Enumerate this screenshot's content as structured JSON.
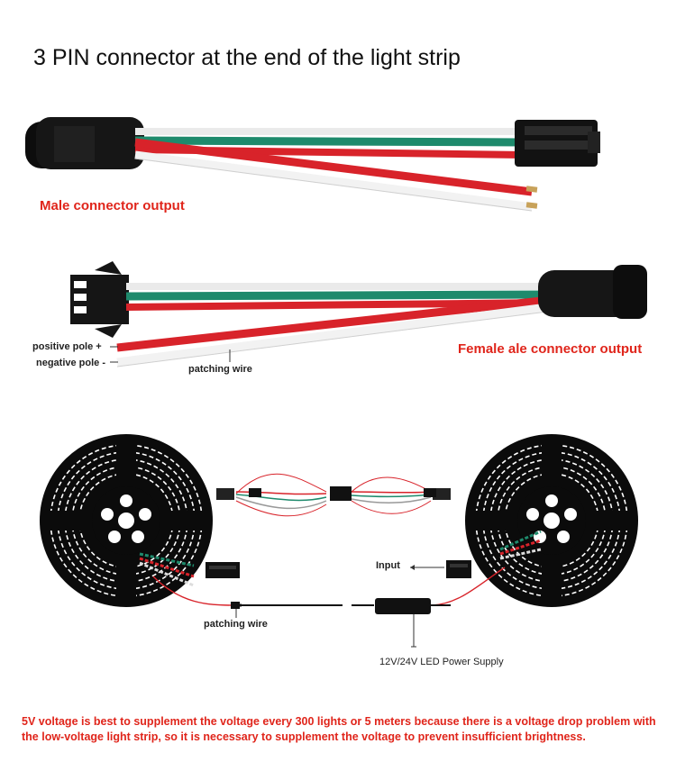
{
  "title": "3 PIN connector at the end of the light strip",
  "section1": {
    "label": "Male connector output"
  },
  "section2": {
    "label": "Female ale connector output",
    "positive_pole": "positive pole +",
    "negative_pole": "negative pole -",
    "patching_wire": "patching wire"
  },
  "section3": {
    "input_label": "Input",
    "patching_wire": "patching wire",
    "power_supply": "12V/24V LED Power Supply"
  },
  "note": "5V voltage is best to supplement the voltage every 300 lights or 5 meters because there is a voltage drop problem with the low-voltage light strip, so it is necessary to supplement the voltage to prevent insufficient brightness.",
  "colors": {
    "accent_red": "#e0251b",
    "wire_green": "#1e8a6c",
    "wire_red": "#d8232a",
    "connector_black": "#111111"
  }
}
